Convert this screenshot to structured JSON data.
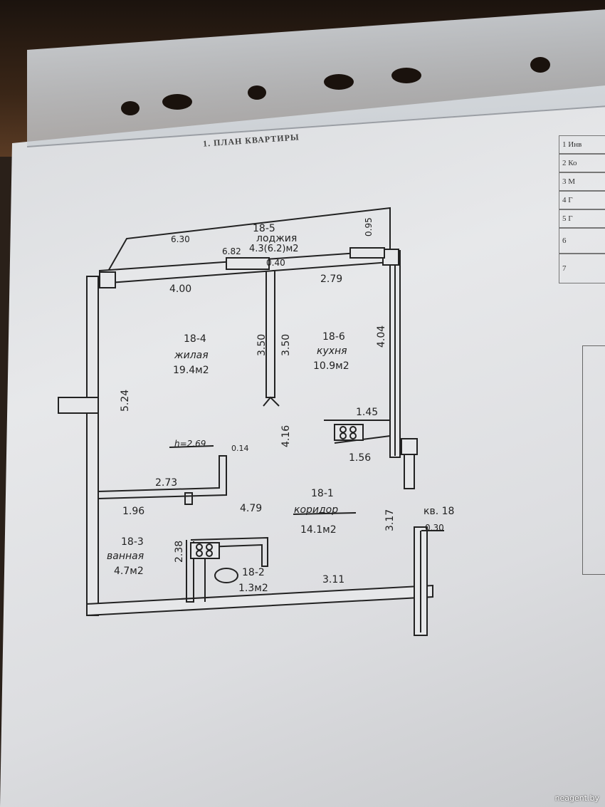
{
  "title": "1. ПЛАН КВАРТИРЫ",
  "side_table_numbers": [
    "1",
    "2",
    "3",
    "4",
    "5",
    "6",
    "7"
  ],
  "side_table_fragments": [
    "Инв",
    "Ко",
    "М",
    "Г",
    "Г"
  ],
  "apartment": "кв. 18",
  "ceiling_height": "h=2.69",
  "rooms": [
    {
      "id": "18-5",
      "name": "лоджия",
      "area": "4.3(6.2)м2"
    },
    {
      "id": "18-4",
      "name": "жилая",
      "area": "19.4м2"
    },
    {
      "id": "18-6",
      "name": "кухня",
      "area": "10.9м2"
    },
    {
      "id": "18-1",
      "name": "коридор",
      "area": "14.1м2"
    },
    {
      "id": "18-3",
      "name": "ванная",
      "area": "4.7м2"
    },
    {
      "id": "18-2",
      "name": "",
      "area": "1.3м2"
    }
  ],
  "dimensions": {
    "d630": "6.30",
    "d682": "6.82",
    "d095": "0.95",
    "d040": "0.40",
    "d279": "2.79",
    "d400": "4.00",
    "d350a": "3.50",
    "d350b": "3.50",
    "d404": "4.04",
    "d524": "5.24",
    "d145": "1.45",
    "d416": "4.16",
    "d014": "0.14",
    "d156": "1.56",
    "d273": "2.73",
    "d196": "1.96",
    "d479": "4.79",
    "d317": "3.17",
    "d030": "0.30",
    "d238": "2.38",
    "d311": "3.11"
  },
  "watermark": "neagent.by"
}
